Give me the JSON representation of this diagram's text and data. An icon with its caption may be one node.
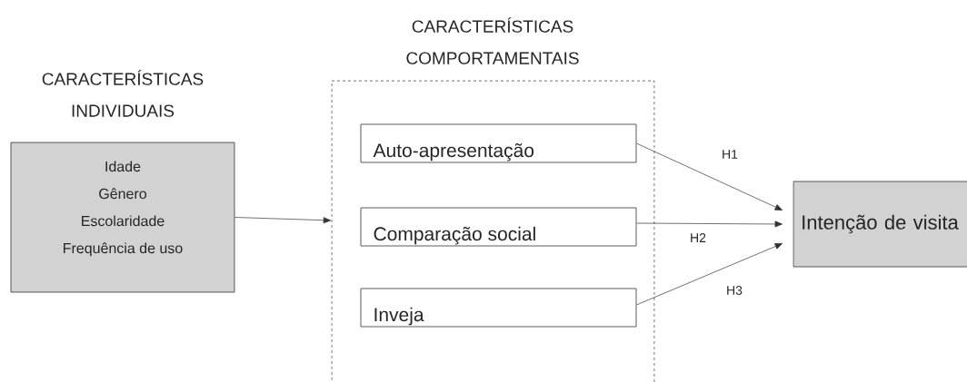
{
  "diagram": {
    "nodes": [
      {
        "text": [
          "CARACTERÍSTICAS INDIVIDUAIS",
          "Idade",
          "Gênero",
          "Escolaridade",
          "Frequência de uso"
        ]
      },
      {
        "text": [
          "CARACTERÍSTICAS COMPORTAMENTAIS"
        ]
      },
      {
        "text": [
          "Auto-apresentação"
        ],
        "in": 1
      },
      {
        "text": [
          "Comparação social"
        ],
        "in": 1
      },
      {
        "text": [
          "Inveja"
        ],
        "in": 1
      },
      {
        "text": [
          "Intenção de visita"
        ]
      }
    ],
    "edges": [
      {
        "from": 0,
        "to": 1,
        "arrow": "to"
      },
      {
        "from": 2,
        "to": 5,
        "arrow": "to",
        "label": "H1"
      },
      {
        "from": 3,
        "to": 5,
        "arrow": "to",
        "label": "H2"
      },
      {
        "from": 4,
        "to": 5,
        "arrow": "to",
        "label": "H3"
      }
    ]
  }
}
